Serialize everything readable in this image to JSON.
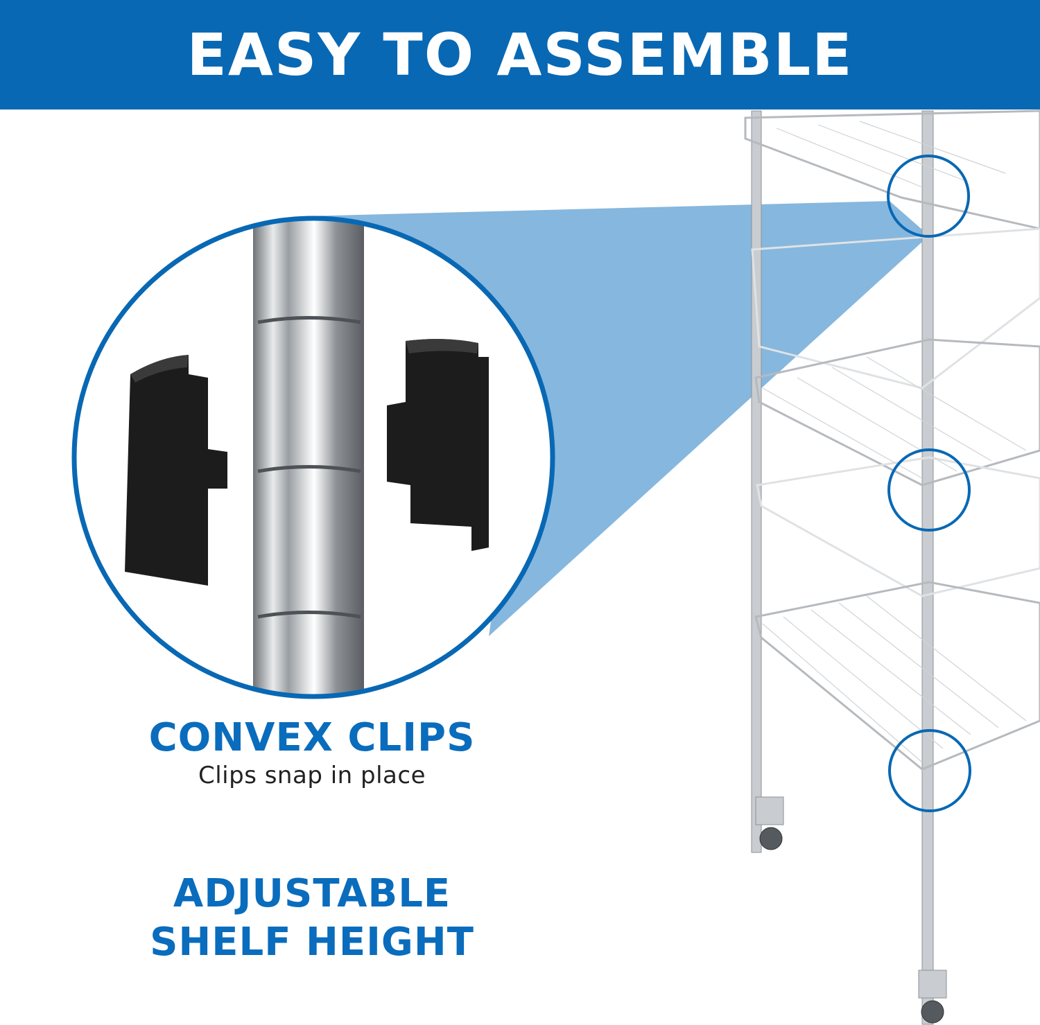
{
  "banner": {
    "title": "EASY TO ASSEMBLE",
    "color": "#0868b4"
  },
  "callouts": [
    {
      "title": "CONVEX CLIPS",
      "subtitle": "Clips snap in place"
    },
    {
      "title": "ADJUSTABLE",
      "title2": "SHELF HEIGHT"
    }
  ],
  "colors": {
    "accent": "#0a6cbc",
    "highlight": "#7fb3dc",
    "chrome": "#bfc3c7",
    "clip": "#1c1c1c"
  },
  "icons": [
    "magnifier-circle",
    "clip-detail-circle",
    "shelf-rack",
    "caster-wheel"
  ]
}
